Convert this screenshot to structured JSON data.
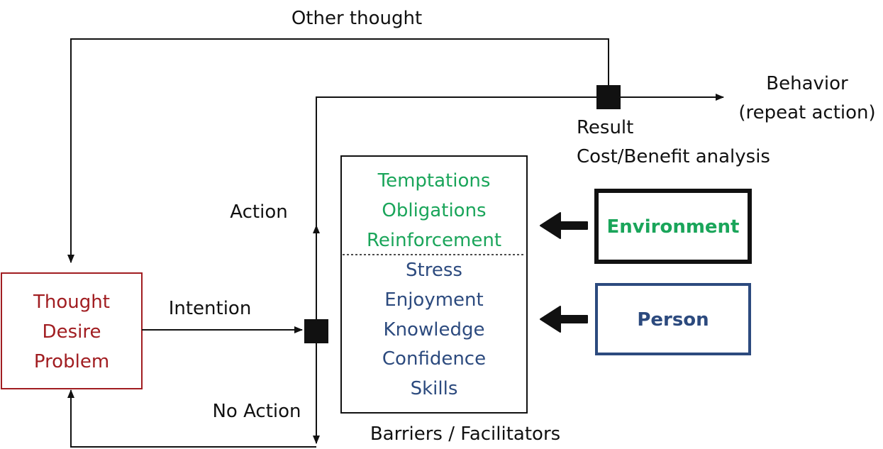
{
  "labels": {
    "other_thought": "Other thought",
    "behavior_line1": "Behavior",
    "behavior_line2": "(repeat action)",
    "result_line1": "Result",
    "result_line2": "Cost/Benefit analysis",
    "action": "Action",
    "intention": "Intention",
    "no_action": "No Action",
    "barriers_facilitators": "Barriers / Facilitators"
  },
  "thought_box": {
    "lines": [
      "Thought",
      "Desire",
      "Problem"
    ],
    "color": "#a11d21"
  },
  "factors_box": {
    "environment_items": [
      "Temptations",
      "Obligations",
      "Reinforcement"
    ],
    "person_items": [
      "Stress",
      "Enjoyment",
      "Knowledge",
      "Confidence",
      "Skills"
    ]
  },
  "environment_box": {
    "label": "Environment",
    "color": "#1aa55a"
  },
  "person_box": {
    "label": "Person",
    "color": "#2c4a7e"
  }
}
